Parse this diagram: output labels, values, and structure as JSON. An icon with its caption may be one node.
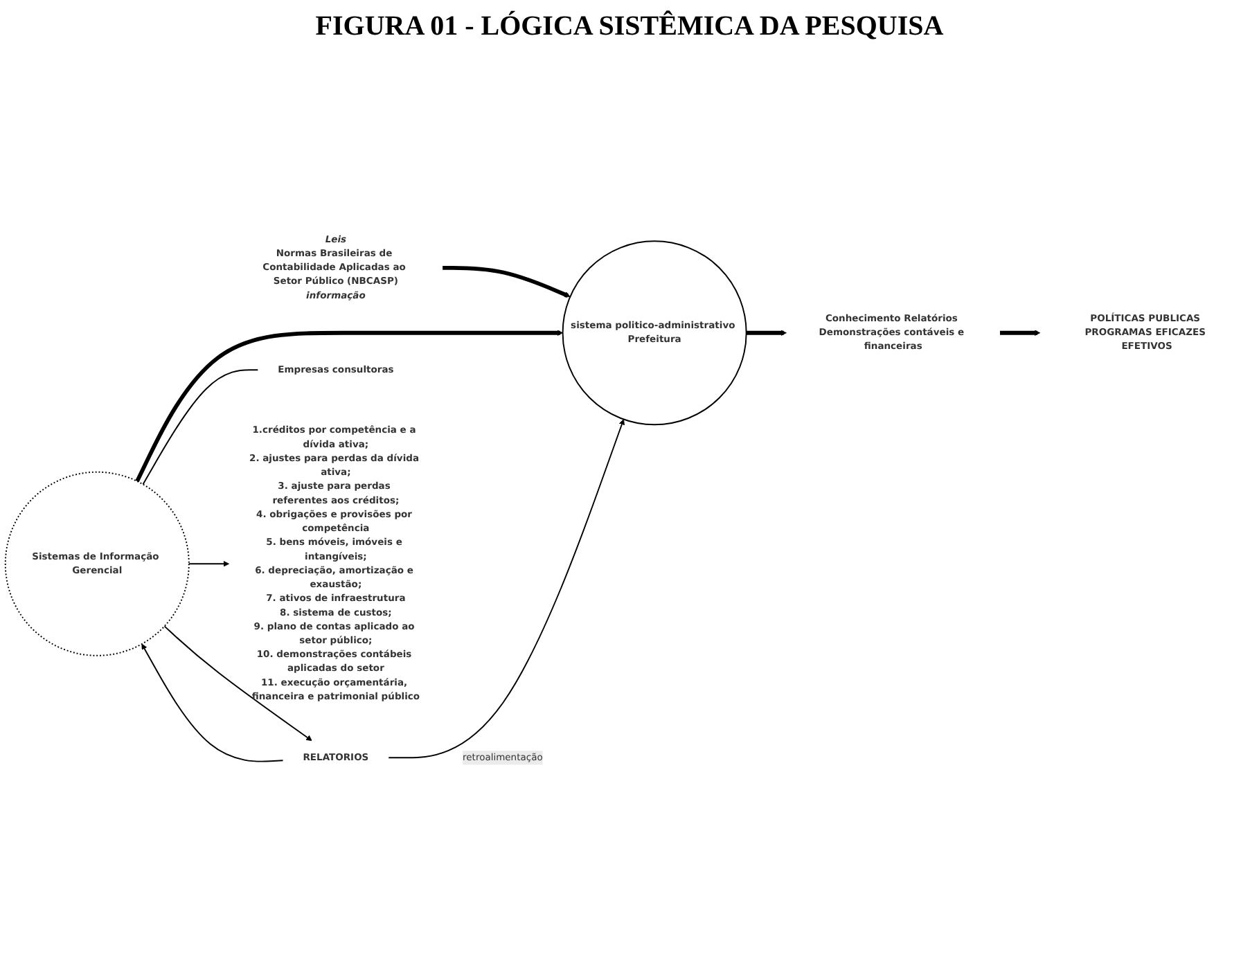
{
  "diagram": {
    "title": "FIGURA 01 - LÓGICA SISTÊMICA DA PESQUISA",
    "nodes": [
      {
        "text": [
          "Leis",
          "Normas Brasileiras de Contabilidade Aplicadas ao Setor Público (NBCASP)",
          "informação"
        ]
      },
      {
        "text": [
          "sistema politico-administrativo Prefeitura"
        ]
      },
      {
        "text": [
          "Conhecimento Relatórios Demonstrações contáveis e financeiras"
        ]
      },
      {
        "text": [
          "POLÍTICAS PUBLICAS PROGRAMAS EFICAZES EFETIVOS"
        ]
      },
      {
        "text": [
          "Sistemas de Informação Gerencial"
        ]
      },
      {
        "text": [
          "RELATORIOS"
        ]
      },
      {
        "text": [
          "Empresas consultoras"
        ]
      },
      {
        "text": [
          "1.créditos por competência e a dívida ativa;",
          "2. ajustes para perdas da dívida ativa;",
          "3. ajuste para perdas referentes aos créditos;",
          "4. obrigações e provisões por competência",
          "5. bens móveis, imóveis e intangíveis;",
          "6. depreciação, amortização e exaustão;",
          "7. ativos de infraestrutura",
          "8. sistema de custos;",
          "9. plano de contas aplicado ao setor público;",
          "10. demonstrações contábeis aplicadas do setor",
          "11. execução orçamentária, financeira e patrimonial público"
        ]
      }
    ],
    "edges": [
      {
        "from": 0,
        "to": 1,
        "arrow": "to",
        "style": "thick"
      },
      {
        "from": 1,
        "to": 2,
        "arrow": "to",
        "style": "thick"
      },
      {
        "from": 2,
        "to": 3,
        "arrow": "to",
        "style": "thick"
      },
      {
        "from": 4,
        "to": 1,
        "arrow": "to",
        "style": "thick"
      },
      {
        "from": 4,
        "to": 5,
        "arrow": "to"
      },
      {
        "from": 4,
        "to": 6,
        "arrow": "none"
      },
      {
        "from": 4,
        "to": 7,
        "arrow": "to"
      },
      {
        "from": 5,
        "to": 1,
        "arrow": "to",
        "label": "retroalimentação"
      },
      {
        "from": 5,
        "to": 4,
        "arrow": "to"
      }
    ]
  }
}
